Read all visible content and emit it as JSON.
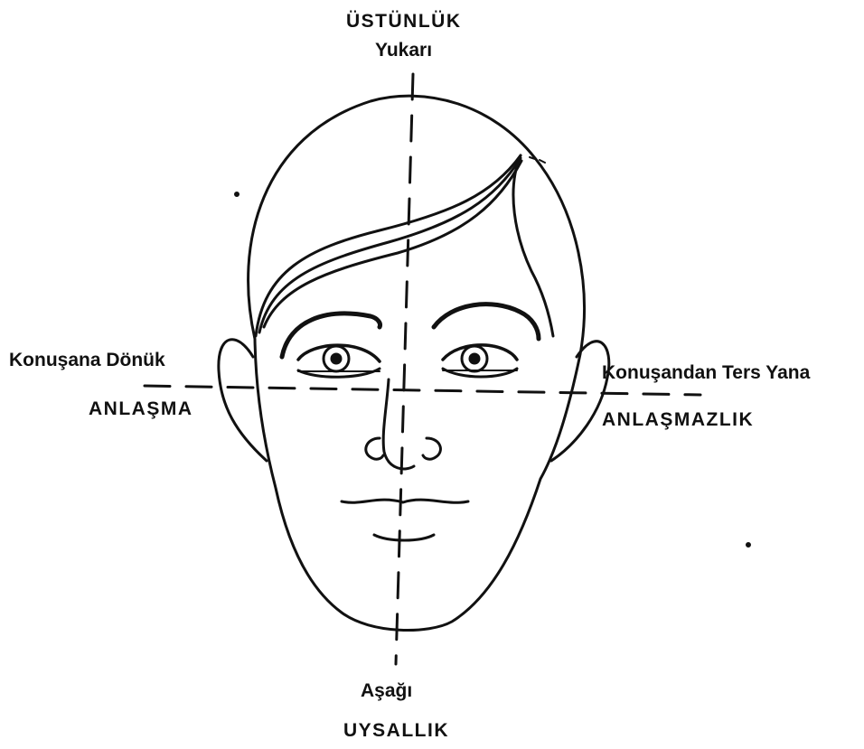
{
  "diagram": {
    "top_axis": {
      "concept": "ÜSTÜNLÜK",
      "direction": "Yukarı"
    },
    "bottom_axis": {
      "direction": "Aşağı",
      "concept": "UYSALLIK"
    },
    "left_axis": {
      "direction": "Konuşana Dönük",
      "concept": "ANLAŞMA"
    },
    "right_axis": {
      "direction": "Konuşandan Ters Yana",
      "concept": "ANLAŞMAZLIK"
    },
    "colors": {
      "ink": "#111111",
      "background": "#ffffff"
    }
  }
}
